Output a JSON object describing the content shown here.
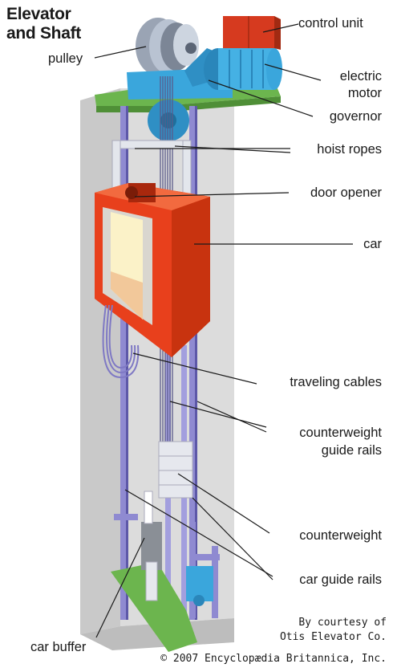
{
  "title": "Elevator\nand Shaft",
  "labels": {
    "control_unit": "control unit",
    "pulley": "pulley",
    "electric_motor_1": "electric",
    "electric_motor_2": "motor",
    "governor": "governor",
    "hoist_ropes": "hoist ropes",
    "door_opener": "door opener",
    "car": "car",
    "traveling_cables": "traveling cables",
    "cw_guide_rails_1": "counterweight",
    "cw_guide_rails_2": "guide rails",
    "counterweight": "counterweight",
    "car_guide_rails": "car guide rails",
    "car_buffer": "car buffer"
  },
  "credit": {
    "line1": "By courtesy of",
    "line2": "Otis Elevator Co.",
    "line3": "© 2007 Encyclopædia Britannica, Inc."
  },
  "colors": {
    "shaft_wall": "#d3d3d3",
    "shaft_shadow": "#b9b9b9",
    "car": "#e8401c",
    "car_dark": "#b52d10",
    "rail": "#8f8ad1",
    "rail_dark": "#5d58a8",
    "machine_blue": "#3aa6dc",
    "platform_green": "#6cb54e",
    "control_red": "#d63a1f"
  }
}
